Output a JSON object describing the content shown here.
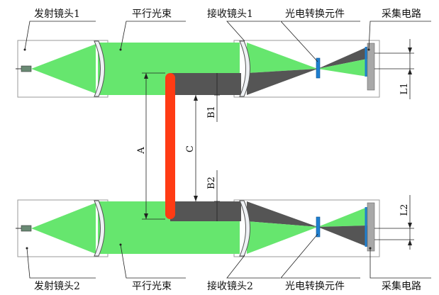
{
  "labels": {
    "transmit_lens_1": "发射镜头1",
    "parallel_beam_top": "平行光束",
    "receive_lens_1": "接收镜头1",
    "converter_top": "光电转换元件",
    "circuit_top": "采集电路",
    "transmit_lens_2": "发射镜头2",
    "parallel_beam_bottom": "平行光束",
    "receive_lens_2": "接收镜头2",
    "converter_bottom": "光电转换元件",
    "circuit_bottom": "采集电路"
  },
  "dimensions": {
    "a": "A",
    "b1": "B1",
    "b2": "B2",
    "c": "C",
    "l1": "L1",
    "l2": "L2"
  },
  "colors": {
    "beam": "#66e66e",
    "shadow": "#555555",
    "object": "#ff3b14",
    "lens_fill": "#eef1f4",
    "converter": "#1e7fd0",
    "circuit": "#a8a8a8"
  }
}
